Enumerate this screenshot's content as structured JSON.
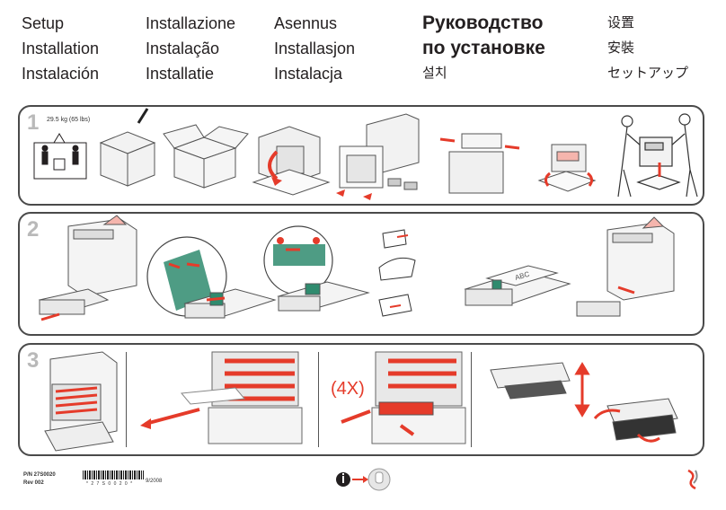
{
  "header": {
    "col1": [
      "Setup",
      "Installation",
      "Instalación"
    ],
    "col2": [
      "Installazione",
      "Instalação",
      "Installatie"
    ],
    "col3": [
      "Asennus",
      "Installasjon",
      "Instalacja"
    ],
    "col4": [
      "Руководство",
      "по установке",
      "설치"
    ],
    "col5": [
      "设置",
      "安裝",
      "セットアップ"
    ]
  },
  "steps": [
    {
      "number": "1",
      "weight": "29.5 kg (65 lbs)"
    },
    {
      "number": "2"
    },
    {
      "number": "3",
      "callout": "(4X)"
    }
  ],
  "step2": {
    "paper_label": "ABC"
  },
  "footer": {
    "part_number": "P/N 27S0020",
    "revision": "Rev 002",
    "barcode_text": "* 2 7 S 0 0 2 0 *",
    "date": "9/2008"
  },
  "colors": {
    "accent": "#e53b2a",
    "border": "#4a4a4a",
    "green": "#2f8b6e",
    "gray": "#b9b9b9"
  }
}
